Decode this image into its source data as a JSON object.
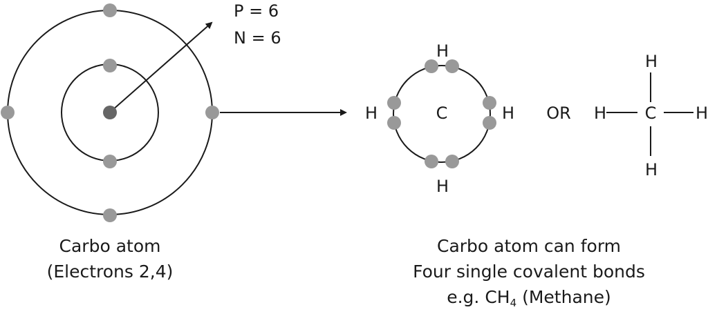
{
  "atom": {
    "protons_label": "P = 6",
    "neutrons_label": "N = 6",
    "caption_line1": "Carbo atom",
    "caption_line2": "(Electrons 2,4)"
  },
  "dot_diagram": {
    "center": "C",
    "h_top": "H",
    "h_bottom": "H",
    "h_left": "H",
    "h_right": "H"
  },
  "or_label": "OR",
  "structural": {
    "center": "C",
    "h_top": "H",
    "h_bottom": "H",
    "h_left": "H",
    "h_right": "H"
  },
  "caption": {
    "line1": "Carbo atom can form",
    "line2": "Four single covalent bonds",
    "line3_prefix": "e.g. CH",
    "line3_sub": "4",
    "line3_suffix": " (Methane)"
  },
  "colors": {
    "electron": "#999999",
    "nucleus": "#666666",
    "line": "#1a1a1a"
  }
}
